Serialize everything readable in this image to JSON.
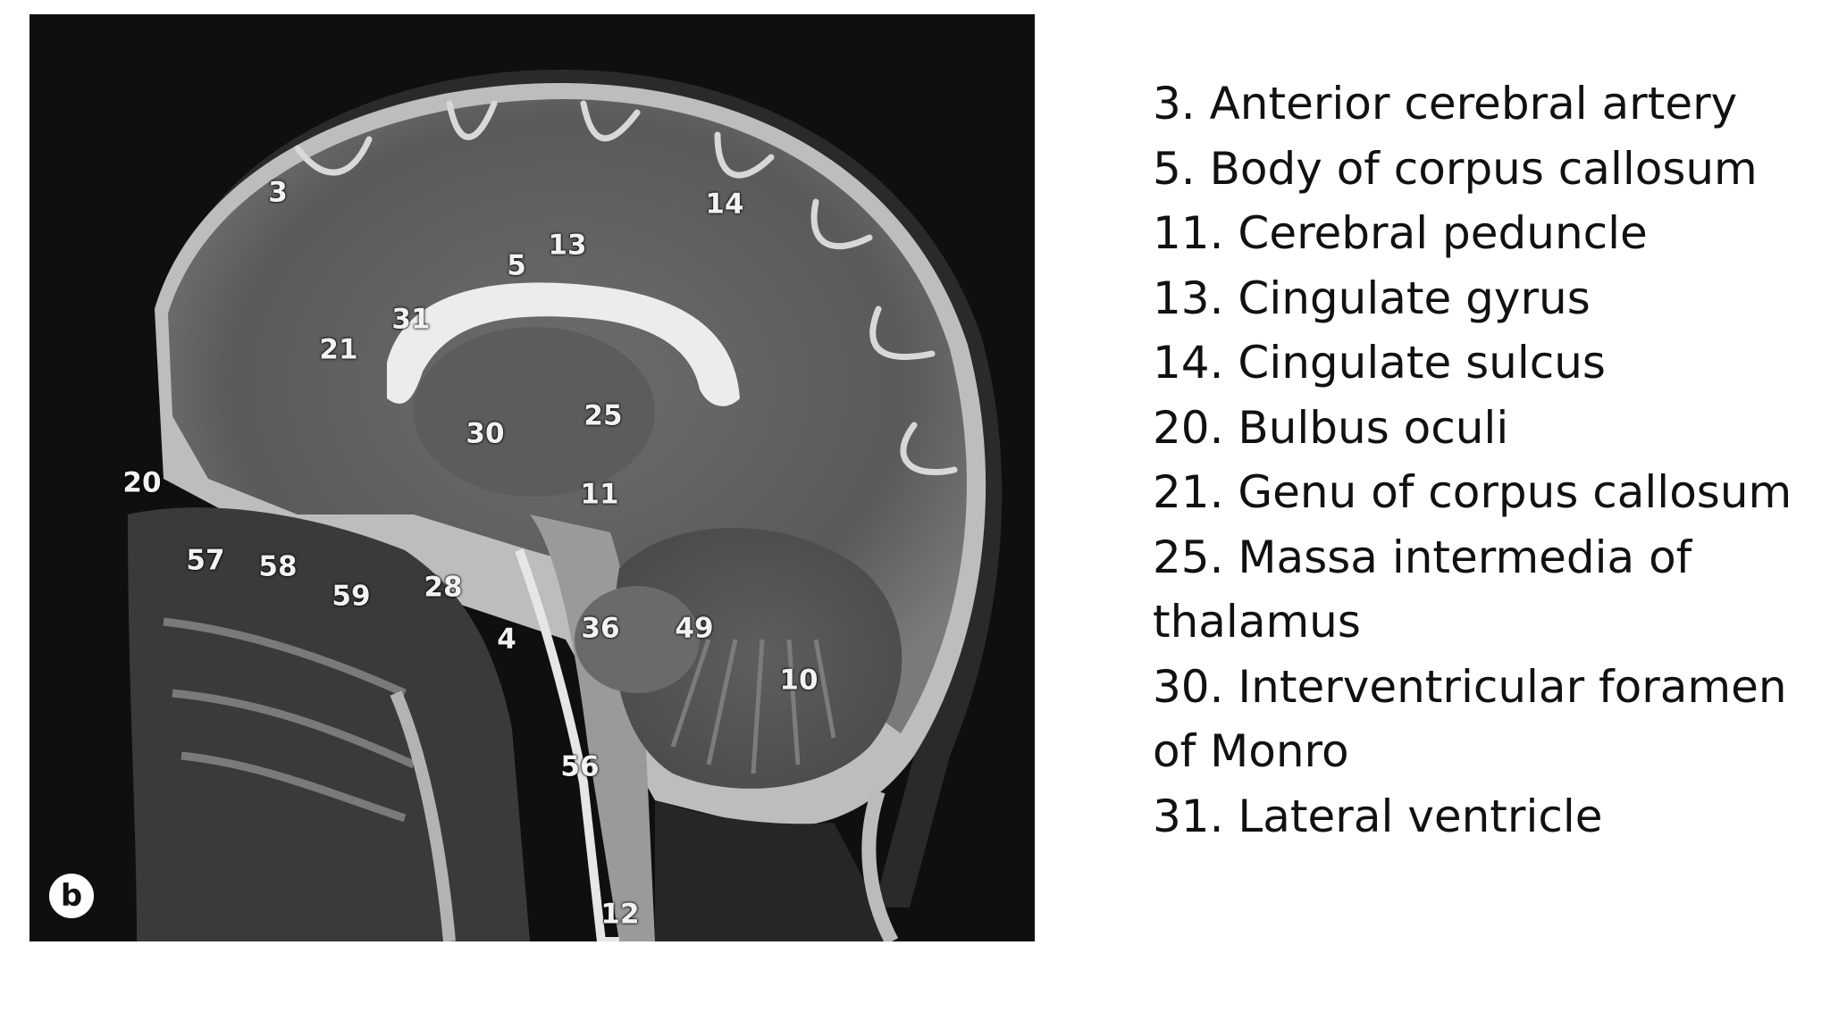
{
  "figure": {
    "panel_letter": "b",
    "labels": [
      "3",
      "14",
      "13",
      "5",
      "31",
      "21",
      "30",
      "25",
      "11",
      "20",
      "57",
      "58",
      "59",
      "28",
      "4",
      "36",
      "49",
      "10",
      "56",
      "12"
    ]
  },
  "legend": {
    "items": [
      "3. Anterior cerebral artery",
      "5. Body of corpus callosum",
      "11. Cerebral peduncle",
      "13. Cingulate gyrus",
      "14. Cingulate sulcus",
      "20. Bulbus oculi",
      "21. Genu of corpus callosum",
      "25. Massa intermedia of thalamus",
      "30. Interventricular foramen of Monro",
      "31. Lateral ventricle"
    ]
  }
}
